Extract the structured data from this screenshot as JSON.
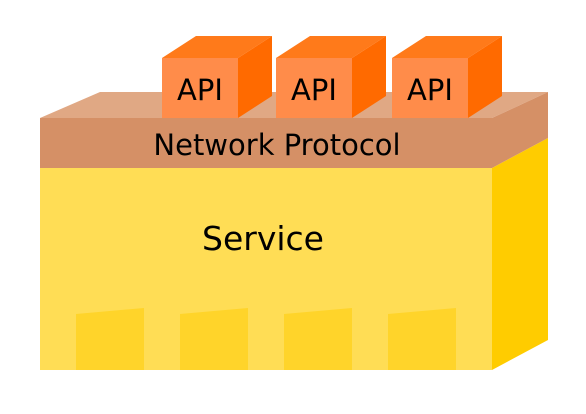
{
  "diagram": {
    "api_labels": [
      "API",
      "API",
      "API"
    ],
    "network_protocol_label": "Network Protocol",
    "service_label": "Service"
  },
  "colors": {
    "api_front": "#ff8c4a",
    "api_top": "#ff7a1a",
    "api_side": "#ff6a00",
    "protocol_front": "#d59066",
    "protocol_top": "#e0a884",
    "service_front": "#ffdd55",
    "service_side": "#ffcc00",
    "notch_side": "#ffd42a"
  }
}
